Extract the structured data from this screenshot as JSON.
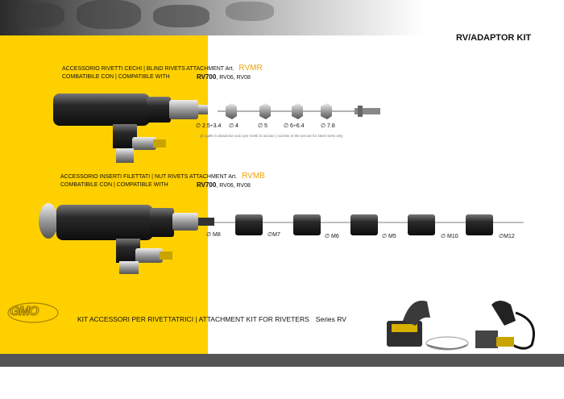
{
  "header": {
    "kit_title": "RV/ADAPTOR KIT"
  },
  "rvmr": {
    "title": "ACCESSORIO  RIVETTI CECHI | BLIND RIVETS ATTACHMENT  Art.",
    "code": "RVMR",
    "compat_label": "COMBATIBILE CON | COMPATIBLE WITH",
    "compat_main": "RV700",
    "compat_rest": ", RV06, RV08",
    "sizes": [
      "2.5÷3.4",
      "4",
      "5",
      "6÷6.4",
      "7.8"
    ],
    "note": "gli ugelli in dotazione sono per rivetti in acciaio | nozzles in the set are for steel rivets only"
  },
  "rvmb": {
    "title": "ACCESSORIO INSERTI FILETTATI | NUT RIVETS ATTACHMENT  Art.",
    "code": "RVMB",
    "compat_label": "COMBATIBILE CON | COMPATIBLE WITH",
    "compat_main": "RV700",
    "compat_rest": ", RV06, RV08",
    "sizes": [
      "M8",
      "M7",
      "M6",
      "M5",
      "M10",
      "M12"
    ]
  },
  "footer": {
    "logo": "GMO",
    "title": "KIT ACCESSORI PER RIVETTATRICI  |  ATTACHMENT KIT FOR RIVETERS",
    "series": "Series RV"
  },
  "colors": {
    "yellow": "#ffd000",
    "code": "#f2a300",
    "band": "#555555"
  }
}
